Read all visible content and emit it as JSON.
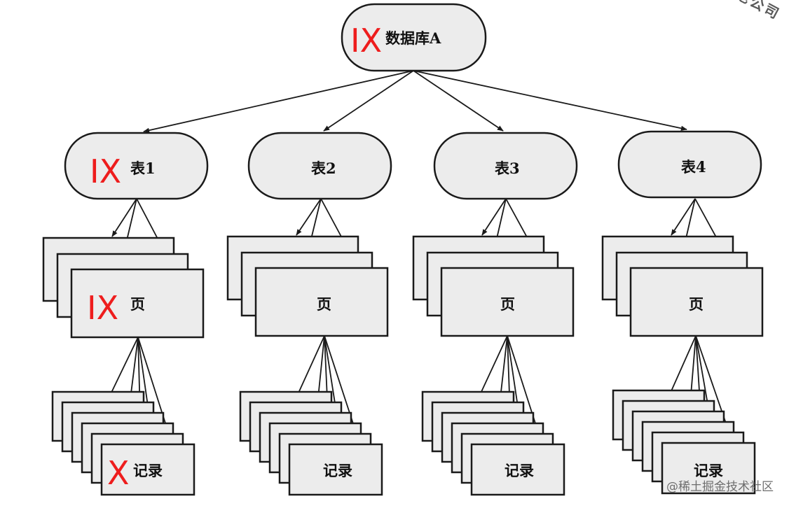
{
  "diagram": {
    "database": {
      "label": "数据库A",
      "lock": "IX"
    },
    "tables": [
      {
        "label": "表1",
        "lock": "IX"
      },
      {
        "label": "表2",
        "lock": ""
      },
      {
        "label": "表3",
        "lock": ""
      },
      {
        "label": "表4",
        "lock": ""
      }
    ],
    "pages": [
      {
        "label": "页",
        "lock": "IX"
      },
      {
        "label": "页",
        "lock": ""
      },
      {
        "label": "页",
        "lock": ""
      },
      {
        "label": "页",
        "lock": ""
      }
    ],
    "records": [
      {
        "label": "记录",
        "lock": "X"
      },
      {
        "label": "记录",
        "lock": ""
      },
      {
        "label": "记录",
        "lock": ""
      },
      {
        "label": "记录",
        "lock": ""
      }
    ]
  },
  "stamp_text": "其他公司",
  "watermark": "@稀土掘金技术社区"
}
